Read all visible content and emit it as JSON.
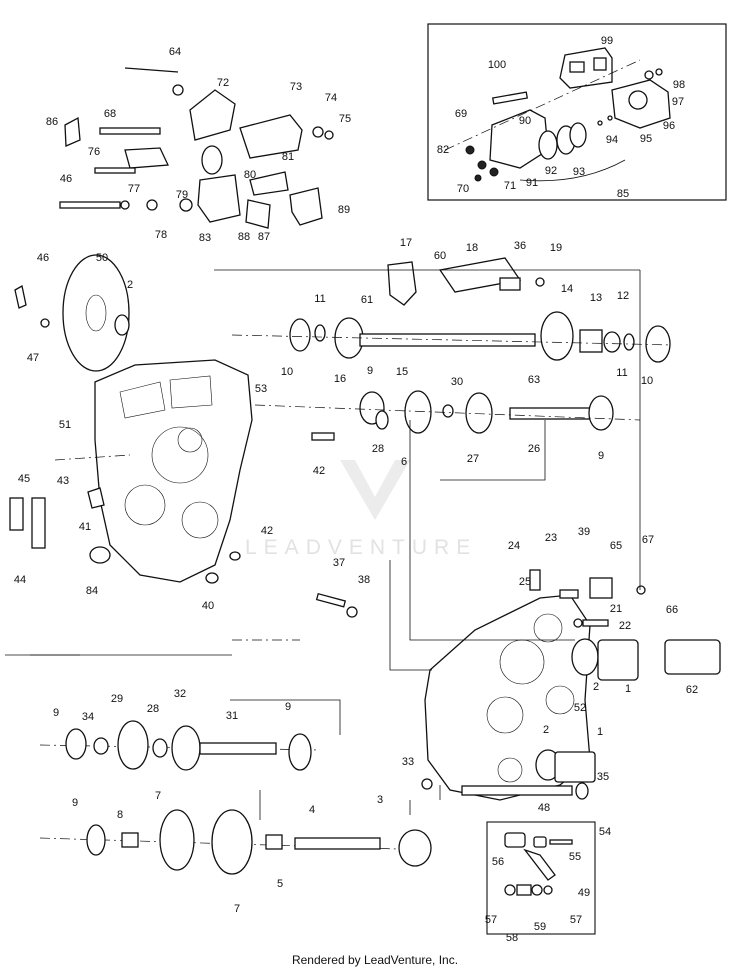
{
  "footer": {
    "text": "Rendered by LeadVenture, Inc."
  },
  "watermark": {
    "text": "LEADVENTURE"
  },
  "colors": {
    "ink": "#111111",
    "watermark": "#e2e2e2",
    "background": "#ffffff"
  },
  "callouts": [
    "1",
    "2",
    "3",
    "4",
    "5",
    "6",
    "7",
    "8",
    "9",
    "10",
    "11",
    "12",
    "13",
    "14",
    "15",
    "16",
    "17",
    "18",
    "19",
    "21",
    "22",
    "23",
    "24",
    "25",
    "26",
    "27",
    "28",
    "29",
    "30",
    "31",
    "32",
    "33",
    "34",
    "35",
    "36",
    "37",
    "38",
    "39",
    "40",
    "41",
    "42",
    "43",
    "44",
    "45",
    "46",
    "47",
    "48",
    "49",
    "50",
    "51",
    "52",
    "53",
    "54",
    "55",
    "56",
    "57",
    "58",
    "59",
    "60",
    "61",
    "62",
    "63",
    "64",
    "65",
    "66",
    "67",
    "68",
    "69",
    "70",
    "71",
    "72",
    "73",
    "74",
    "75",
    "76",
    "77",
    "78",
    "79",
    "80",
    "81",
    "82",
    "83",
    "84",
    "85",
    "86",
    "87",
    "88",
    "89",
    "90",
    "91",
    "92",
    "93",
    "94",
    "95",
    "96",
    "97",
    "98",
    "99",
    "100"
  ]
}
